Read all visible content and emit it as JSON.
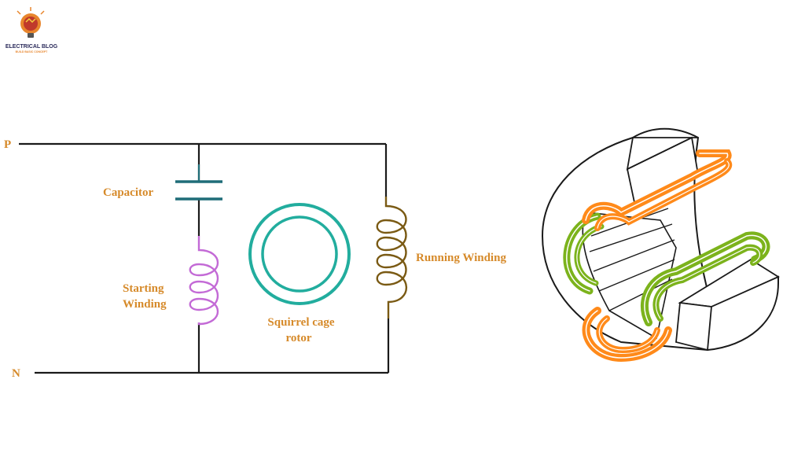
{
  "logo": {
    "title": "ELECTRICAL BLOG",
    "tagline": "BUILD BASIC CONCEPT"
  },
  "circuit": {
    "terminal_p": "P",
    "terminal_n": "N",
    "capacitor_label": "Capacitor",
    "starting_winding_line1": "Starting",
    "starting_winding_line2": "Winding",
    "rotor_line1": "Squirrel cage",
    "rotor_line2": "rotor",
    "running_winding_label": "Running Winding"
  },
  "colors": {
    "wire": "#1a1a1a",
    "label": "#d68a2a",
    "capacitor": "#1f6d78",
    "starting_winding": "#c36ad6",
    "running_winding": "#7a5a14",
    "rotor": "#22ad9e",
    "motor_orange": "#ff8a1a",
    "motor_green": "#7cb31c"
  }
}
